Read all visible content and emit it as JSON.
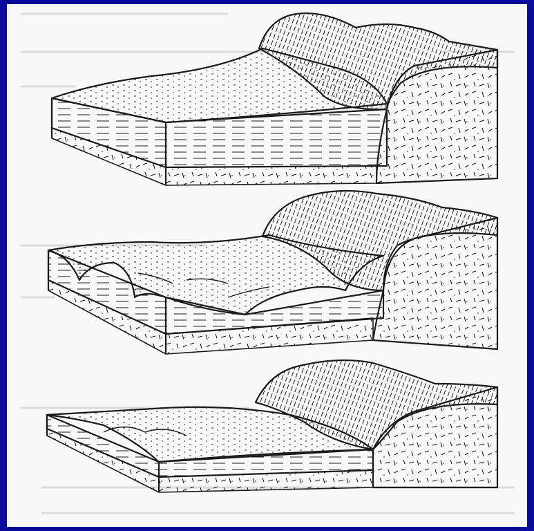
{
  "figure": {
    "panels": [
      {
        "id": "top"
      },
      {
        "id": "middle"
      },
      {
        "id": "bottom"
      }
    ]
  },
  "colors": {
    "frame_border": "#0a0a9e",
    "paper": "#f8f8f8",
    "ink": "#1a1a1a",
    "bleed_text": "#c9c9c9"
  }
}
